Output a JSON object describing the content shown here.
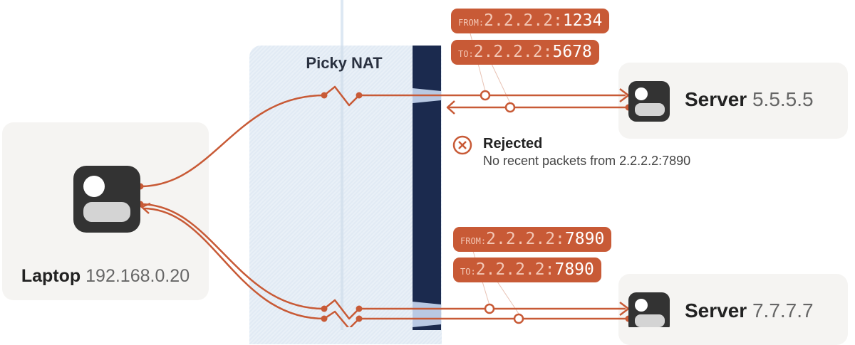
{
  "nat": {
    "title": "Picky NAT"
  },
  "laptop": {
    "name": "Laptop",
    "ip": "192.168.0.20"
  },
  "server_top": {
    "name": "Server",
    "ip": "5.5.5.5"
  },
  "server_bottom": {
    "name": "Server",
    "ip": "7.7.7.7"
  },
  "packets_top": {
    "from": {
      "key": "FROM:",
      "ip": "2.2.2.2:",
      "port": "1234"
    },
    "to": {
      "key": "TO:",
      "ip": "2.2.2.2:",
      "port": "5678"
    }
  },
  "packets_bottom": {
    "from": {
      "key": "FROM:",
      "ip": "2.2.2.2:",
      "port": "7890"
    },
    "to": {
      "key": "TO:",
      "ip": "2.2.2.2:",
      "port": "7890"
    }
  },
  "rejection": {
    "title": "Rejected",
    "detail": "No recent packets from 2.2.2.2:7890"
  },
  "colors": {
    "accent": "#c85a36",
    "firewall": "#1b2a4e",
    "card": "#f5f4f2",
    "device": "#333333"
  }
}
